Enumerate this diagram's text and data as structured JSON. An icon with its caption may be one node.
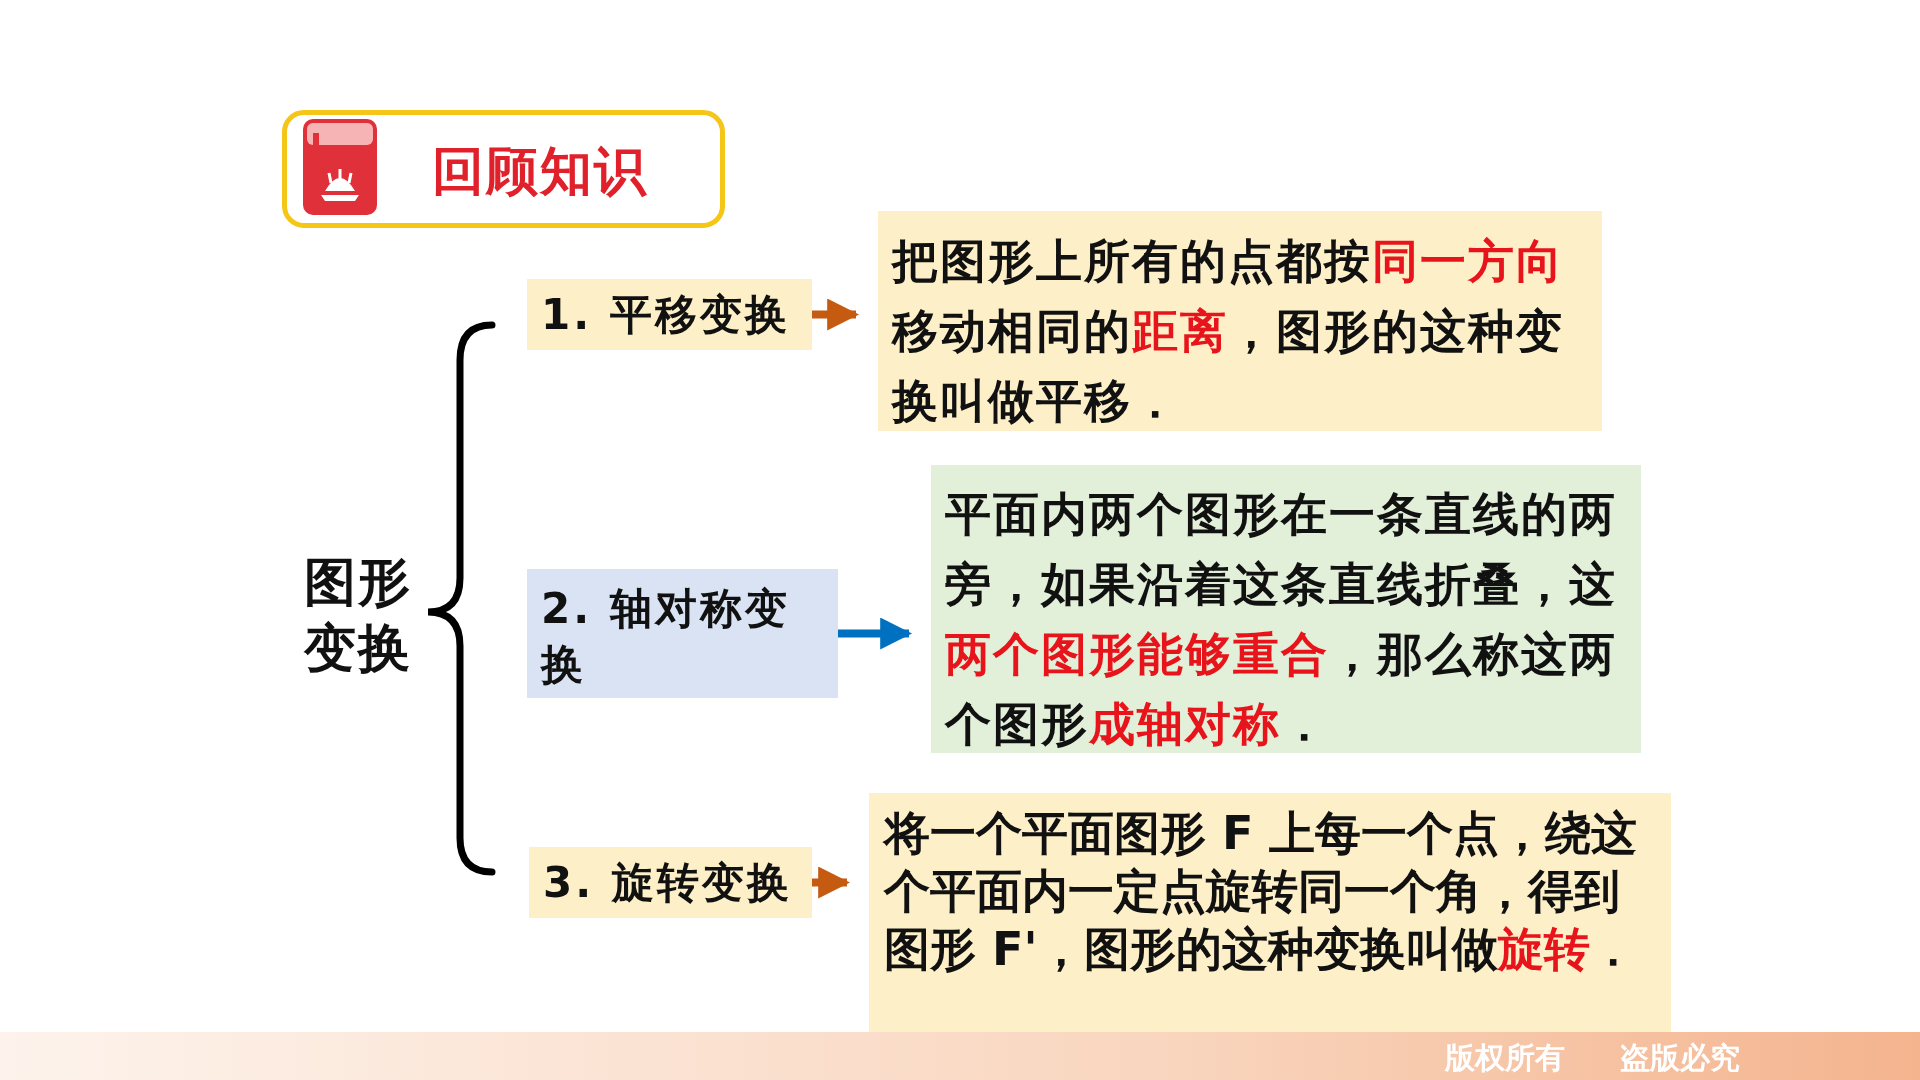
{
  "diagram": {
    "title": "回顾知识",
    "nodes": [
      {
        "text": [
          "图形变换"
        ]
      },
      {
        "text": [
          "1. 平移变换"
        ]
      },
      {
        "text": [
          "把图形上所有的点都按**同一方向**移动相同的**距离**，图形的这种变换叫做平移．"
        ]
      },
      {
        "text": [
          "2. 轴对称变换"
        ]
      },
      {
        "text": [
          "平面内两个图形在一条直线的两旁，如果沿着这条直线折叠，这**两个图形能够重合**，那么称这两个图形**成轴对称**．"
        ]
      },
      {
        "text": [
          "3. 旋转变换"
        ]
      },
      {
        "text": [
          "将一个平面图形 F 上每一个点，绕这个平面内一定点旋转同一个角，得到图形 F'，图形的这种变换叫做**旋转**．"
        ]
      }
    ],
    "edges": [
      {
        "from": 1,
        "to": 2,
        "arrow": "to"
      },
      {
        "from": 3,
        "to": 4,
        "arrow": "to",
        "color": "#0070c0"
      },
      {
        "from": 5,
        "to": 6,
        "arrow": "to"
      }
    ],
    "labels": [
      "版权所有",
      "盗版必究"
    ]
  }
}
